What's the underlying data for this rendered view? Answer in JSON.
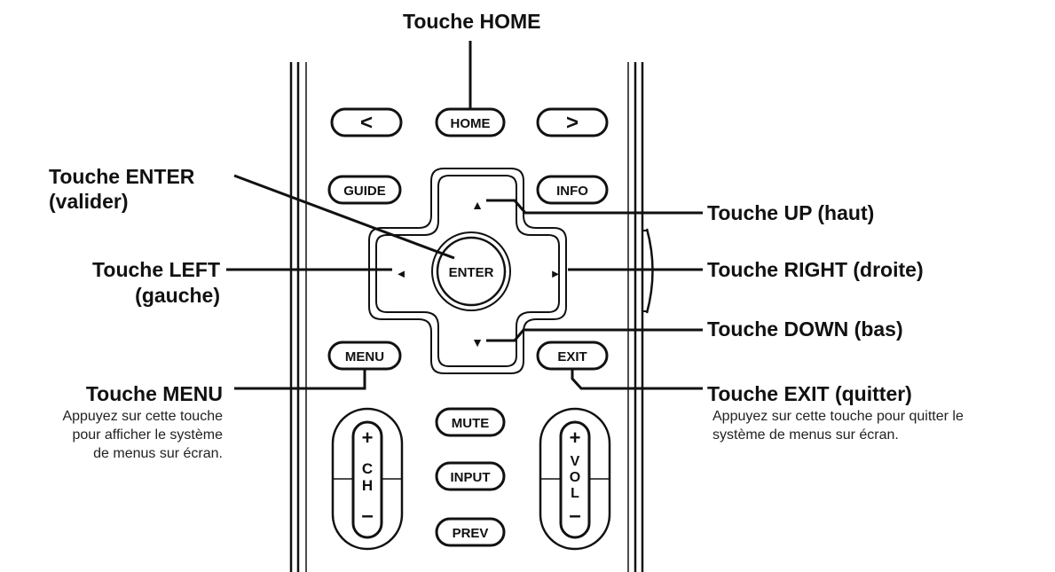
{
  "callouts": {
    "home": "Touche HOME",
    "enter_line1": "Touche ENTER",
    "enter_line2": "(valider)",
    "up": "Touche UP (haut)",
    "left_line1": "Touche LEFT",
    "left_line2": "(gauche)",
    "right": "Touche RIGHT (droite)",
    "down": "Touche DOWN (bas)",
    "menu": "Touche MENU",
    "menu_desc_line1": "Appuyez sur cette touche",
    "menu_desc_line2": "pour afficher le système",
    "menu_desc_line3": "de menus sur écran.",
    "exit": "Touche EXIT (quitter)",
    "exit_desc_line1": "Appuyez sur cette touche pour quitter le",
    "exit_desc_line2": "système de menus sur écran."
  },
  "remote": {
    "back": "<",
    "home": "HOME",
    "forward": ">",
    "guide": "GUIDE",
    "info": "INFO",
    "enter": "ENTER",
    "up_arrow": "▲",
    "down_arrow": "▼",
    "left_arrow": "◄",
    "right_arrow": "►",
    "menu": "MENU",
    "exit": "EXIT",
    "mute": "MUTE",
    "input": "INPUT",
    "prev": "PREV",
    "ch_plus": "+",
    "ch_c": "C",
    "ch_h": "H",
    "ch_minus": "–",
    "vol_plus": "+",
    "vol_v": "V",
    "vol_o": "O",
    "vol_l": "L",
    "vol_minus": "–"
  }
}
